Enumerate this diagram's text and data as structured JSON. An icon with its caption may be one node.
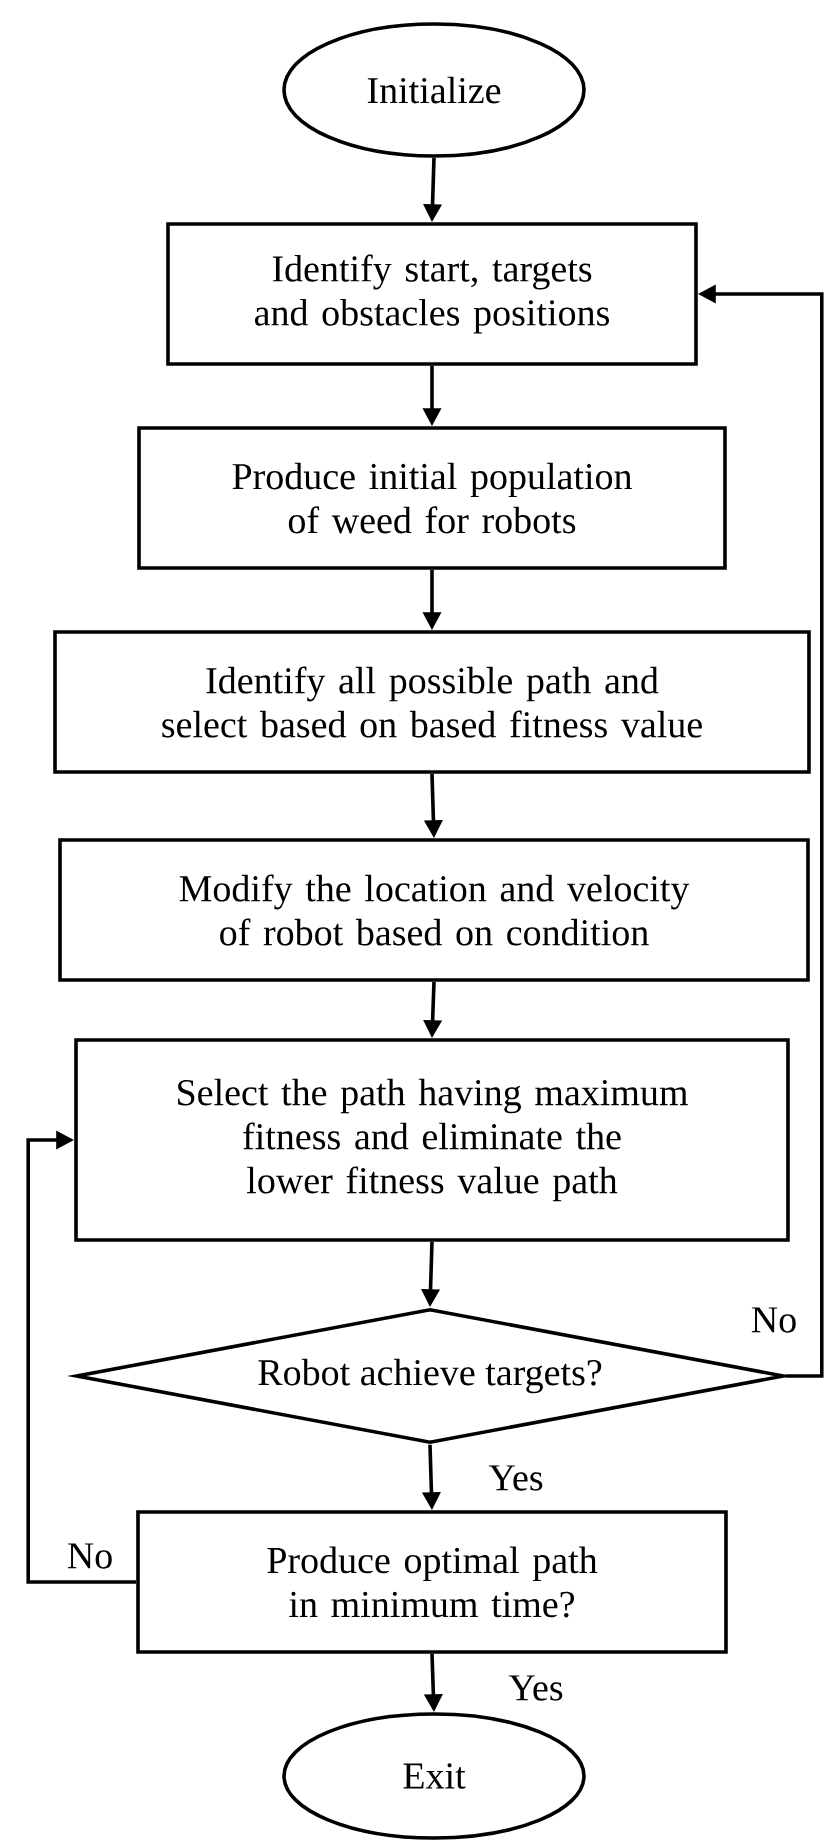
{
  "diagram": {
    "nodes": [
      {
        "text": [
          "Initialize"
        ]
      },
      {
        "text": [
          "Identify start, targets and obstacles positions"
        ]
      },
      {
        "text": [
          "Produce initial population of weed for robots"
        ]
      },
      {
        "text": [
          "Identify all possible path and select based on based fitness value"
        ]
      },
      {
        "text": [
          "Modify the location and velocity of robot based on condition"
        ]
      },
      {
        "text": [
          "Select the path having maximum fitness and eliminate the lower fitness value path"
        ]
      },
      {
        "text": [
          "Robot achieve targets?"
        ]
      },
      {
        "text": [
          "Produce optimal path in minimum time?"
        ]
      },
      {
        "text": [
          "Exit"
        ]
      }
    ],
    "edges": [
      {
        "from": 0,
        "to": 1,
        "arrow": "to"
      },
      {
        "from": 1,
        "to": 2,
        "arrow": "to"
      },
      {
        "from": 2,
        "to": 3,
        "arrow": "to"
      },
      {
        "from": 3,
        "to": 4,
        "arrow": "to"
      },
      {
        "from": 4,
        "to": 5,
        "arrow": "to"
      },
      {
        "from": 5,
        "to": 6,
        "arrow": "to"
      },
      {
        "from": 6,
        "to": 7,
        "arrow": "to",
        "label": "Yes"
      },
      {
        "from": 7,
        "to": 8,
        "arrow": "to",
        "label": "Yes"
      },
      {
        "from": 6,
        "to": 1,
        "arrow": "to",
        "label": "No"
      },
      {
        "from": 7,
        "to": 5,
        "arrow": "to",
        "label": "No"
      }
    ]
  }
}
